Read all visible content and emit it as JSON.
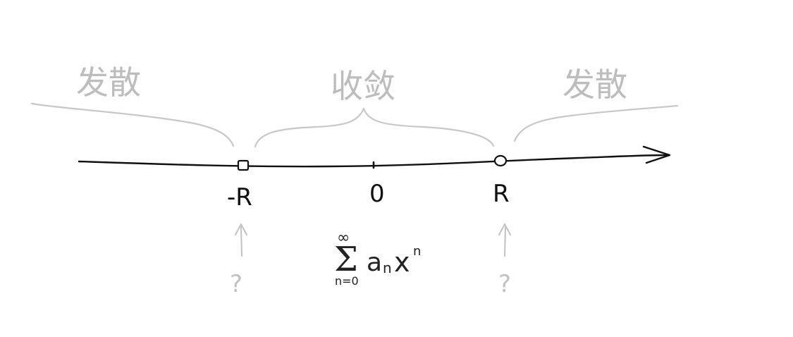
{
  "regions": {
    "left_label": "发散",
    "middle_label": "收敛",
    "right_label": "发散"
  },
  "points": {
    "left_label": "-R",
    "origin_label": "0",
    "right_label": "R"
  },
  "unknown_marks": {
    "left": "?",
    "right": "?"
  },
  "series": {
    "sigma": "Σ",
    "upper_limit": "∞",
    "lower_limit": "n=0",
    "term_coefficient": "a",
    "term_subscript": "n",
    "term_variable": "x",
    "term_exponent": "n"
  },
  "colors": {
    "axis": "#111111",
    "annotation": "#bdbdbd"
  }
}
